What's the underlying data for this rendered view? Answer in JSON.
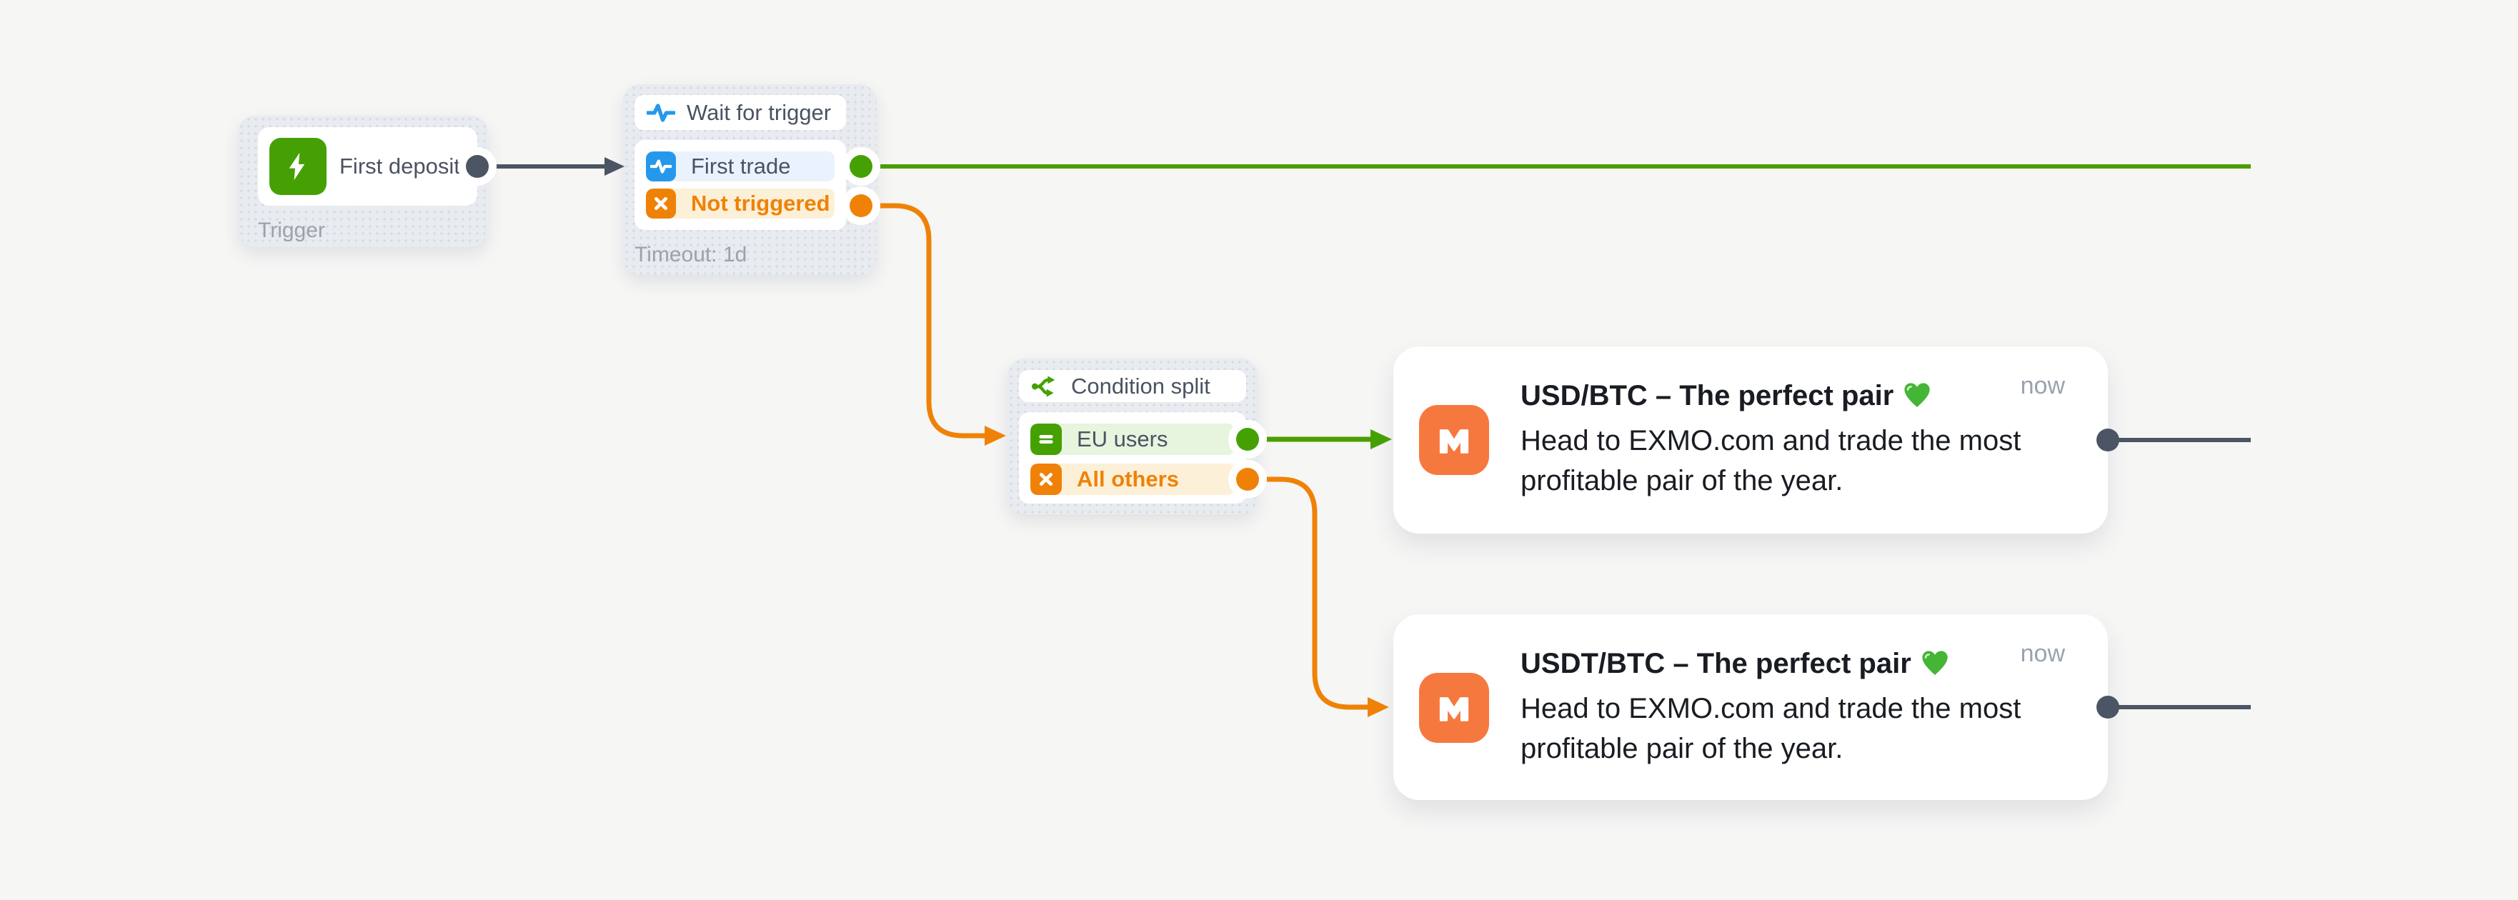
{
  "canvas": {
    "background": "#f6f6f5"
  },
  "colors": {
    "green": "#45a103",
    "green_line": "#4a9e00",
    "orange": "#ef8206",
    "blue": "#2598ec",
    "dark_connector": "#4b5563",
    "app_icon_orange": "#f5793e",
    "row_blue": "#eaf3fd",
    "row_cream": "#fdf0d9",
    "row_green": "#e7f4de",
    "node_gray": "#e8ebef"
  },
  "trigger_node": {
    "label": "First deposit",
    "type_label": "Trigger",
    "icon": "lightning-icon"
  },
  "wait_node": {
    "title": "Wait for trigger",
    "header_icon": "pulse-icon",
    "footer": "Timeout: 1d",
    "branches": [
      {
        "label": "First trade",
        "icon": "pulse-icon",
        "style": "blue"
      },
      {
        "label": "Not triggered",
        "icon": "x-icon",
        "style": "orange"
      }
    ]
  },
  "condition_node": {
    "title": "Condition split",
    "header_icon": "split-icon",
    "branches": [
      {
        "label": "EU users",
        "icon": "equals-icon",
        "style": "green"
      },
      {
        "label": "All others",
        "icon": "x-icon",
        "style": "orange"
      }
    ]
  },
  "messages": [
    {
      "app_icon": "m-logo-icon",
      "title": "USD/BTC – The perfect pair",
      "title_emoji": "green-heart",
      "body": "Head to EXMO.com and trade the most profitable pair of the year.",
      "timestamp": "now"
    },
    {
      "app_icon": "m-logo-icon",
      "title": "USDT/BTC – The perfect pair",
      "title_emoji": "green-heart",
      "body": "Head to EXMO.com and trade the most profitable pair of the year.",
      "timestamp": "now"
    }
  ]
}
